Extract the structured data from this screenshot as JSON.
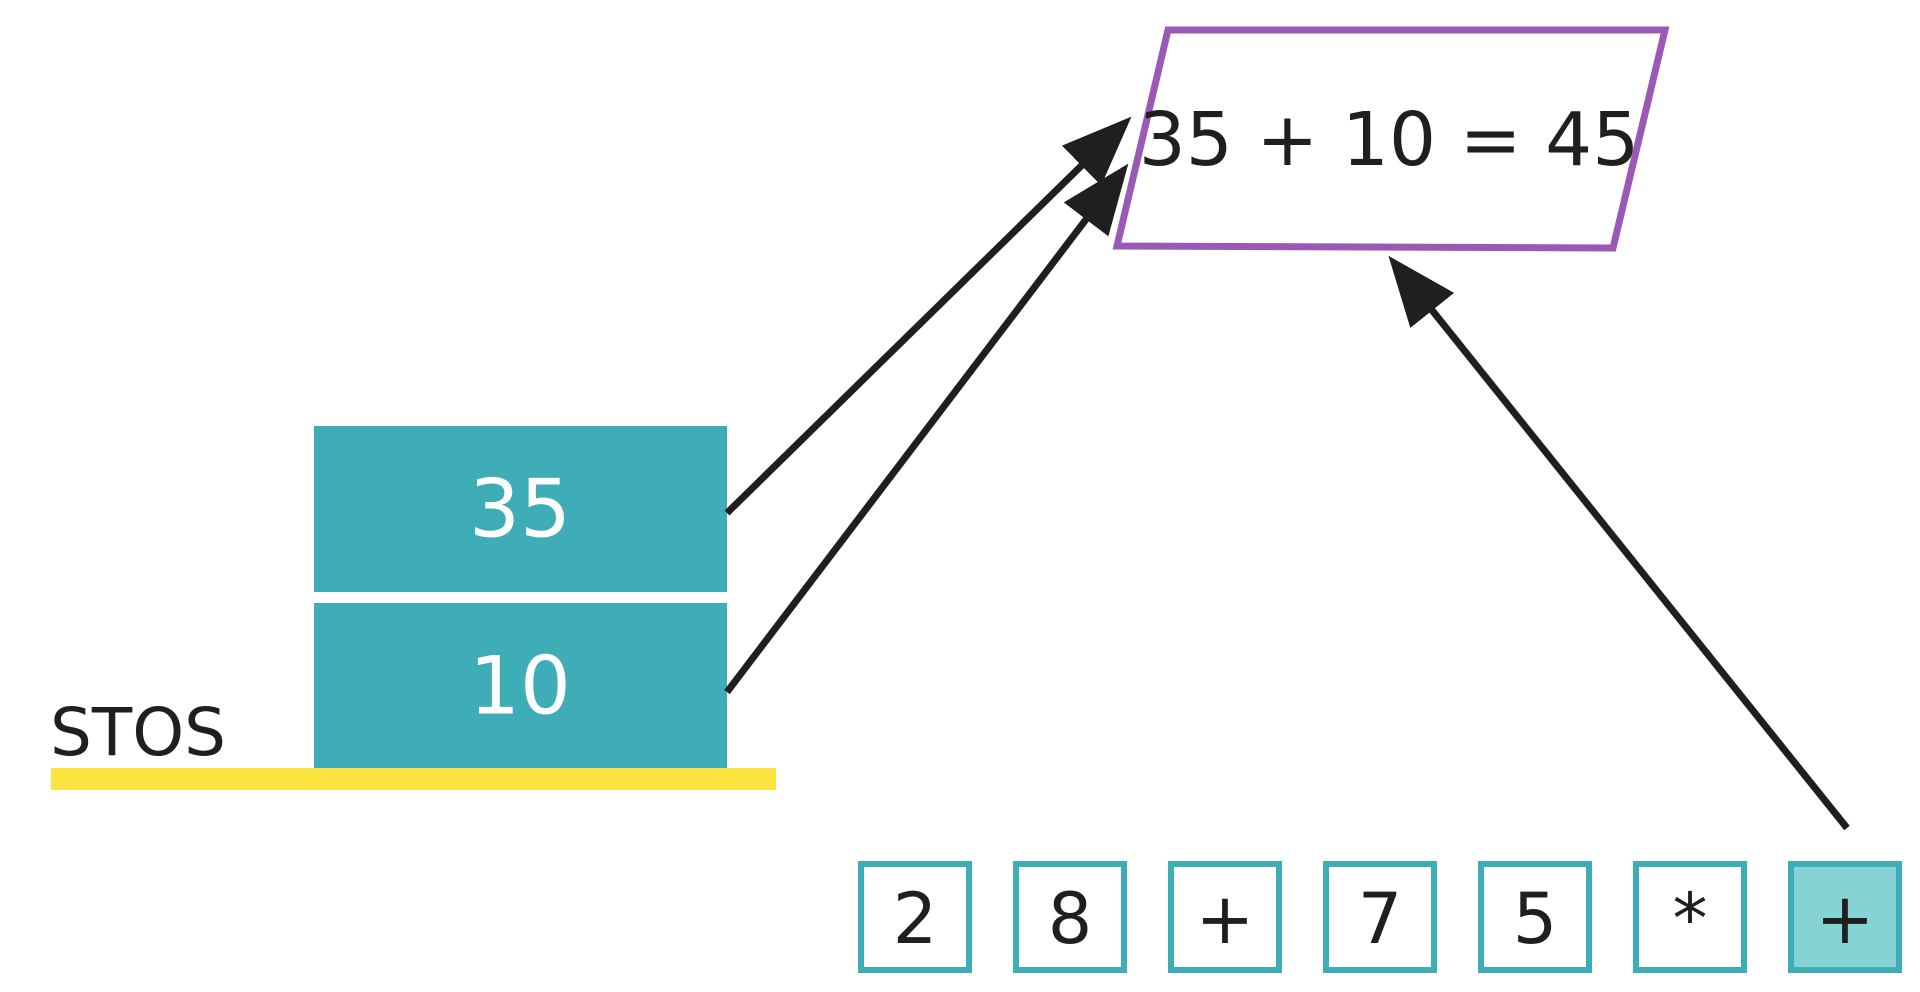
{
  "stack": {
    "label": "STOS",
    "items": [
      "35",
      "10"
    ]
  },
  "result": {
    "expression": "35 + 10 = 45"
  },
  "tokens": [
    {
      "text": "2",
      "active": false
    },
    {
      "text": "8",
      "active": false
    },
    {
      "text": "+",
      "active": false
    },
    {
      "text": "7",
      "active": false
    },
    {
      "text": "5",
      "active": false
    },
    {
      "text": "*",
      "active": false
    },
    {
      "text": "+",
      "active": true
    }
  ],
  "colors": {
    "stack_fill": "#3eadb8",
    "stack_text": "#ffffff",
    "base_line": "#fbe33f",
    "result_border": "#9b59b6",
    "token_border": "#3eadb8",
    "token_active_fill": "#85d3d5",
    "arrow": "#1f1f1f",
    "text": "#1f1f1f"
  }
}
